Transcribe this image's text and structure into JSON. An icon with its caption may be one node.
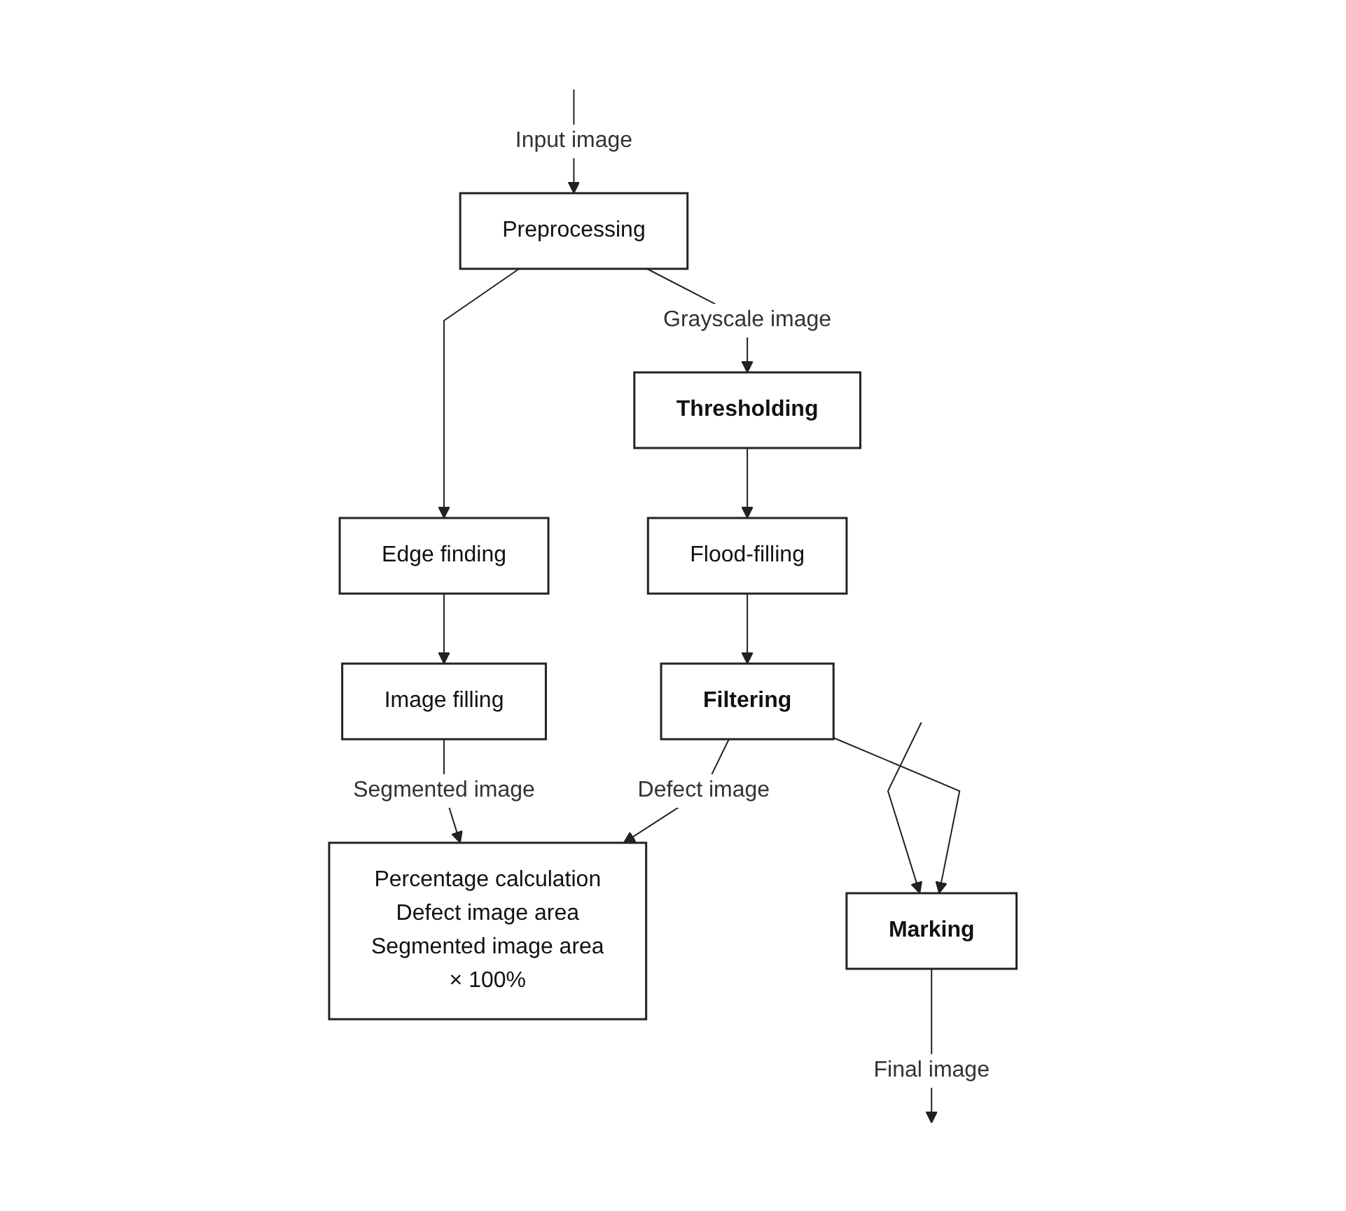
{
  "diagram": {
    "nodes": [
      {
        "text": [
          "Preprocessing"
        ]
      },
      {
        "text": [
          "Thresholding"
        ]
      },
      {
        "text": [
          "Edge finding"
        ]
      },
      {
        "text": [
          "Flood-filling"
        ]
      },
      {
        "text": [
          "Image filling"
        ]
      },
      {
        "text": [
          "Filtering"
        ]
      },
      {
        "text": [
          "Percentage calculation",
          "Defect image area",
          "Segmented image area",
          "× 100%"
        ]
      },
      {
        "text": [
          "Marking"
        ]
      }
    ],
    "edges": [
      {
        "from": null,
        "to": 0,
        "arrow": "to",
        "label": "Input image"
      },
      {
        "from": null,
        "to": 7,
        "arrow": "to"
      },
      {
        "from": 0,
        "to": 1,
        "arrow": "to",
        "label": "Grayscale image"
      },
      {
        "from": 0,
        "to": 2,
        "arrow": "to"
      },
      {
        "from": 1,
        "to": 3,
        "arrow": "to"
      },
      {
        "from": 2,
        "to": 4,
        "arrow": "to"
      },
      {
        "from": 3,
        "to": 5,
        "arrow": "to"
      },
      {
        "from": 4,
        "to": 6,
        "arrow": "to",
        "label": "Segmented image"
      },
      {
        "from": 5,
        "to": 6,
        "arrow": "to",
        "label": "Defect image"
      },
      {
        "from": 5,
        "to": 7,
        "arrow": "to"
      },
      {
        "from": 7,
        "to": null,
        "arrow": "to",
        "label": "Final image"
      }
    ]
  }
}
